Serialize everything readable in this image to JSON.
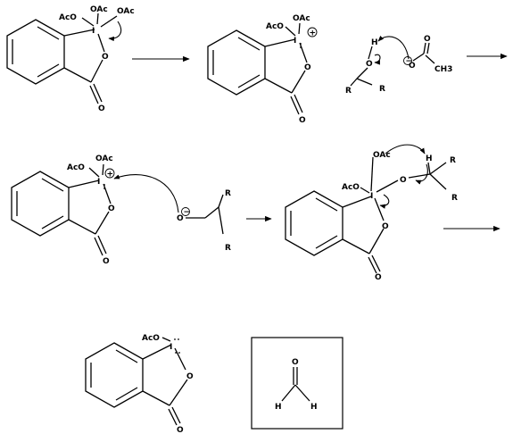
{
  "atoms": {
    "iodine": "I",
    "oxygen": "O",
    "hydrogen": "H",
    "r_group": "R",
    "acetate": "OAc",
    "acetoxy": "AcO",
    "methyl": "CH3",
    "plus": "+",
    "minus": "−"
  },
  "step1": {
    "reactant_labels": [
      "AcO",
      "OAc",
      "OAc"
    ],
    "arrow_count": 1
  },
  "step2": {
    "ion_labels": [
      "AcO",
      "OAc"
    ],
    "alcohol_labels": [
      "H",
      "O",
      "R",
      "R"
    ],
    "acetate_ion_labels": [
      "O",
      "O",
      "CH3"
    ]
  },
  "step3": {
    "ion_labels": [
      "AcO",
      "OAc"
    ],
    "alkoxide_labels": [
      "O",
      "R",
      "R"
    ]
  },
  "step4": {
    "intermediate_labels": [
      "OAc",
      "AcO",
      "O",
      "H",
      "R",
      "R"
    ]
  },
  "products": {
    "reduced_labels": [
      "AcO"
    ],
    "aldehyde_labels": [
      "O",
      "H",
      "H"
    ]
  }
}
